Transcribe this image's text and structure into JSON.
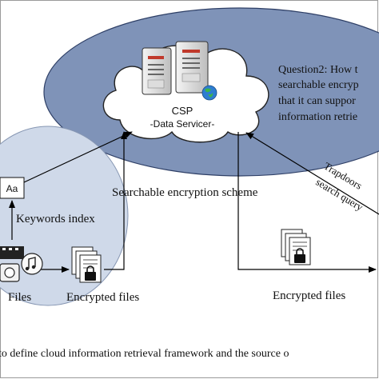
{
  "csp": {
    "name": "CSP",
    "role": "-Data Servicer-"
  },
  "question": {
    "lines": [
      "Question2: How t",
      "searchable encryp",
      "that it can suppor",
      "information retrie"
    ]
  },
  "keyword_box": {
    "label": "Aa"
  },
  "labels": {
    "keywords_index": "Keywords index",
    "files": "Files",
    "encrypted_files_left": "Encrypted files",
    "encrypted_files_right": "Encrypted files",
    "scheme": "Searchable encryption scheme",
    "trapdoors": "Trapdoors",
    "search_query": "search query"
  },
  "caption": "to define cloud information retrieval framework and the source o",
  "colors": {
    "cloud_ellipse": "#7f93b8",
    "user_ellipse": "#cfd9e9",
    "arrow": "#000000",
    "server_body": "#e8e8e8",
    "server_accent": "#c0392b"
  },
  "icons": [
    "cloud-icon",
    "server-icon",
    "globe-icon",
    "document-stack-icon",
    "padlock-icon",
    "camera-icon",
    "film-icon",
    "music-icon"
  ]
}
